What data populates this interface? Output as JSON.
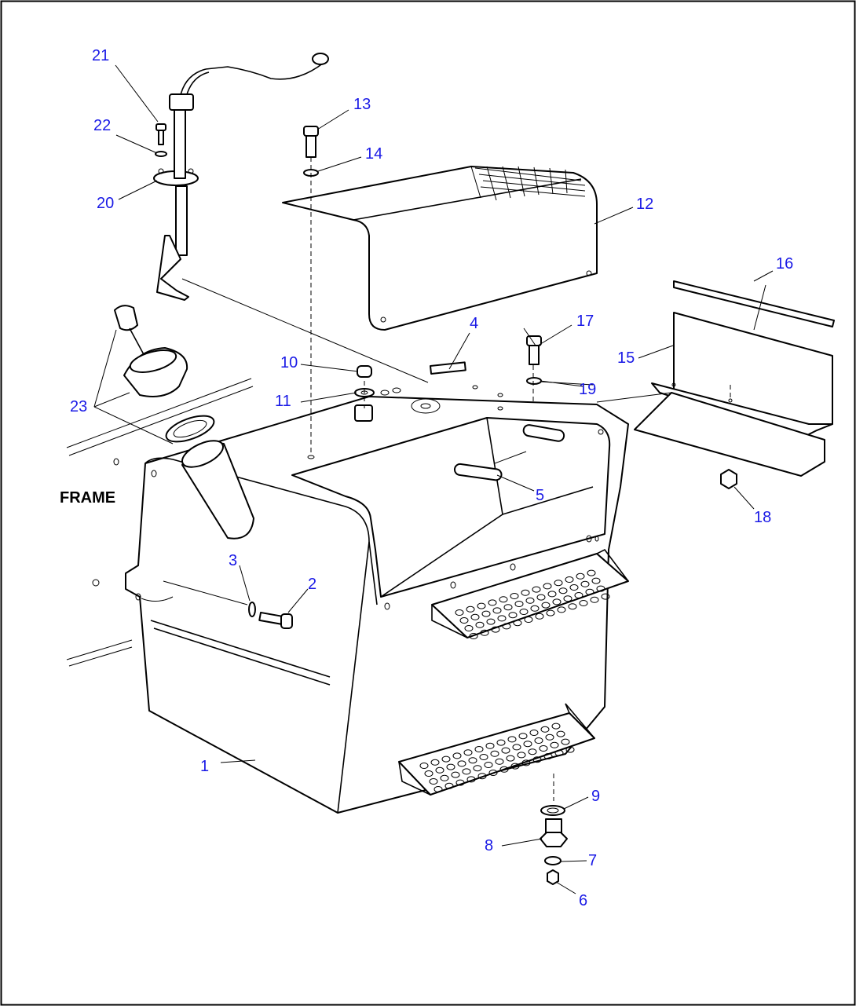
{
  "figure": {
    "frame_label": "FRAME",
    "callouts": [
      "1",
      "2",
      "3",
      "4",
      "5",
      "6",
      "7",
      "8",
      "9",
      "10",
      "11",
      "12",
      "13",
      "14",
      "15",
      "16",
      "17",
      "18",
      "19",
      "20",
      "21",
      "22",
      "23"
    ]
  },
  "colors": {
    "callout_text": "#1a1ae6",
    "line": "#000000",
    "background": "#ffffff"
  }
}
